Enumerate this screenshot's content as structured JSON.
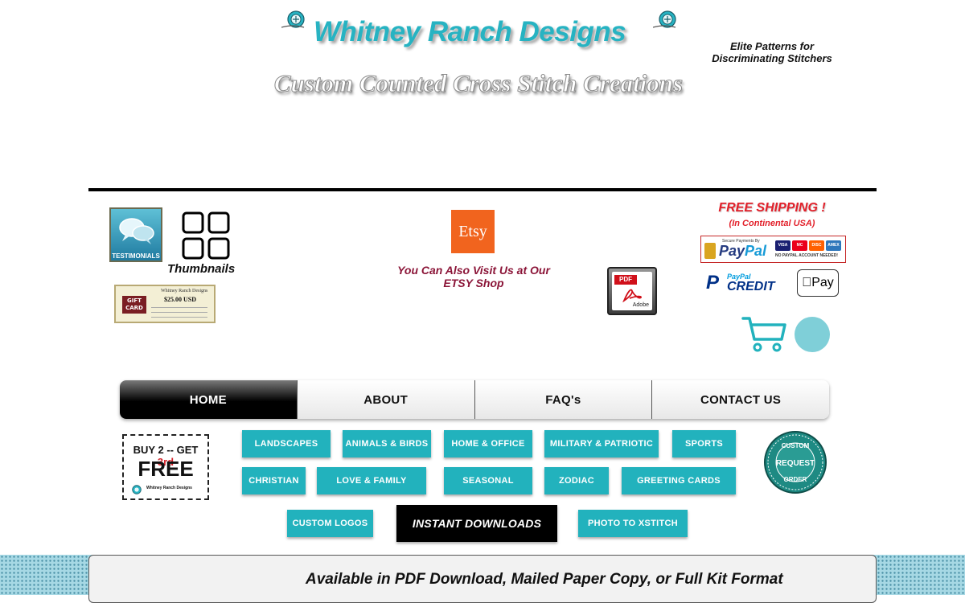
{
  "header": {
    "brand": "Whitney Ranch Designs",
    "subtitle": "Custom Counted Cross Stitch Creations",
    "tagline": "Elite Patterns for Discriminating Stitchers"
  },
  "icons": {
    "testimonials_caption": "TESTIMONIALS",
    "thumbnails_label": "Thumbnails",
    "giftcard": {
      "badge": "GIFT CARD",
      "title": "Whitney Ranch Designs",
      "amount": "$25.00 USD"
    },
    "etsy_logo": "Etsy",
    "etsy_text": "You Can Also Visit Us at Our ETSY Shop",
    "pdf_tag": "PDF",
    "pdf_brand": "Adobe"
  },
  "payment": {
    "free_shipping": "FREE SHIPPING !",
    "continental": "(In Continental USA)",
    "paypal_secure": "Secure Payments By",
    "paypal_word_a": "Pay",
    "paypal_word_b": "Pal",
    "no_account": "NO PAYPAL ACCOUNT NEEDED!",
    "cards": [
      "VISA",
      "MC",
      "DISC",
      "AMEX"
    ],
    "credit_small": "PayPal",
    "credit_big": "CREDIT",
    "applepay": "Pay"
  },
  "nav": {
    "items": [
      "HOME",
      "ABOUT",
      "FAQ's",
      "CONTACT US"
    ],
    "active": "HOME"
  },
  "promo": {
    "line1_a": "BUY 2 -- GET ",
    "line1_b": "3rd",
    "line2": "FREE",
    "line3": "Whitney Ranch Designs"
  },
  "categories": [
    "LANDSCAPES",
    "ANIMALS & BIRDS",
    "HOME & OFFICE",
    "MILITARY & PATRIOTIC",
    "SPORTS",
    "CHRISTIAN",
    "LOVE & FAMILY",
    "SEASONAL",
    "ZODIAC",
    "GREETING CARDS",
    "CUSTOM LOGOS",
    "INSTANT DOWNLOADS",
    "PHOTO TO XSTITCH"
  ],
  "seal_text": [
    "CUSTOM",
    "REQUEST",
    "ORDER"
  ],
  "banner": {
    "text": "Available in PDF Download, Mailed Paper Copy, or Full Kit Format"
  },
  "colors": {
    "teal": "#22b2bd",
    "brand": "#27b3c2",
    "etsy": "#f1641e",
    "shipping_red": "#e2202a",
    "etsy_text": "#8b1538"
  }
}
